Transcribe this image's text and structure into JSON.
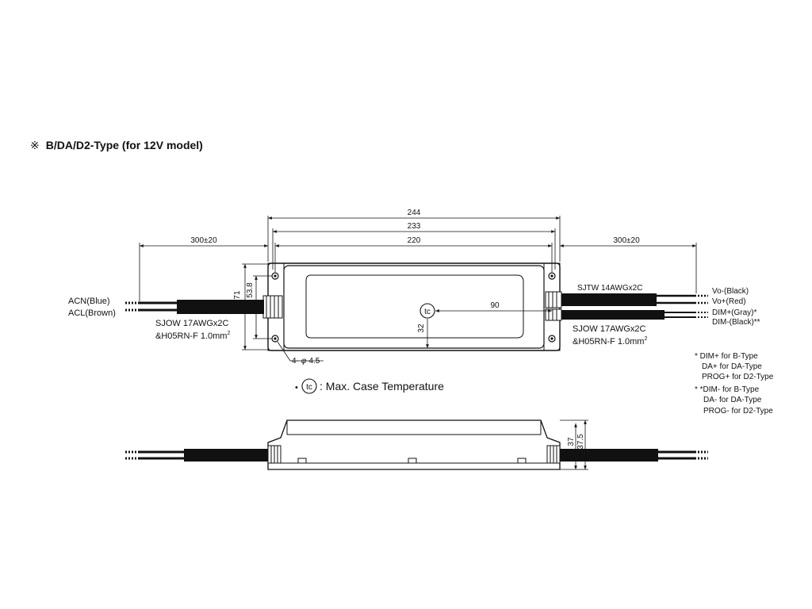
{
  "title": {
    "symbol": "※",
    "text": "B/DA/D2-Type (for 12V model)"
  },
  "dimensions": {
    "overall_length": "244",
    "length_mid": "233",
    "length_body": "220",
    "cable_left": "300±20",
    "cable_right": "300±20",
    "height_71": "71",
    "height_538": "53.8",
    "tc_x": "90",
    "tc_y": "32",
    "holes": "4-",
    "hole_phi": "φ",
    "hole_dia": "4.5",
    "side_h1": "37",
    "side_h2": "37.5"
  },
  "wires_left": {
    "acn": "ACN(Blue)",
    "acl": "ACL(Brown)",
    "cable_spec_1": "SJOW 17AWGx2C",
    "cable_spec_2": "&H05RN-F 1.0mm",
    "cable_spec_sup": "2"
  },
  "wires_right": {
    "top_cable": "SJTW 14AWGx2C",
    "vo_minus": "Vo-(Black)",
    "vo_plus": "Vo+(Red)",
    "dim_plus": "DIM+(Gray)*",
    "dim_minus": "DIM-(Black)**",
    "cable_spec_1": "SJOW 17AWGx2C",
    "cable_spec_2": "&H05RN-F 1.0mm",
    "cable_spec_sup": "2"
  },
  "tc": {
    "symbol": "tc",
    "bullet": "•",
    "legend": ": Max. Case Temperature"
  },
  "notes": [
    "* DIM+ for B-Type",
    "DA+ for DA-Type",
    "PROG+ for D2-Type",
    "* *DIM- for B-Type",
    "DA- for DA-Type",
    "PROG- for D2-Type"
  ]
}
